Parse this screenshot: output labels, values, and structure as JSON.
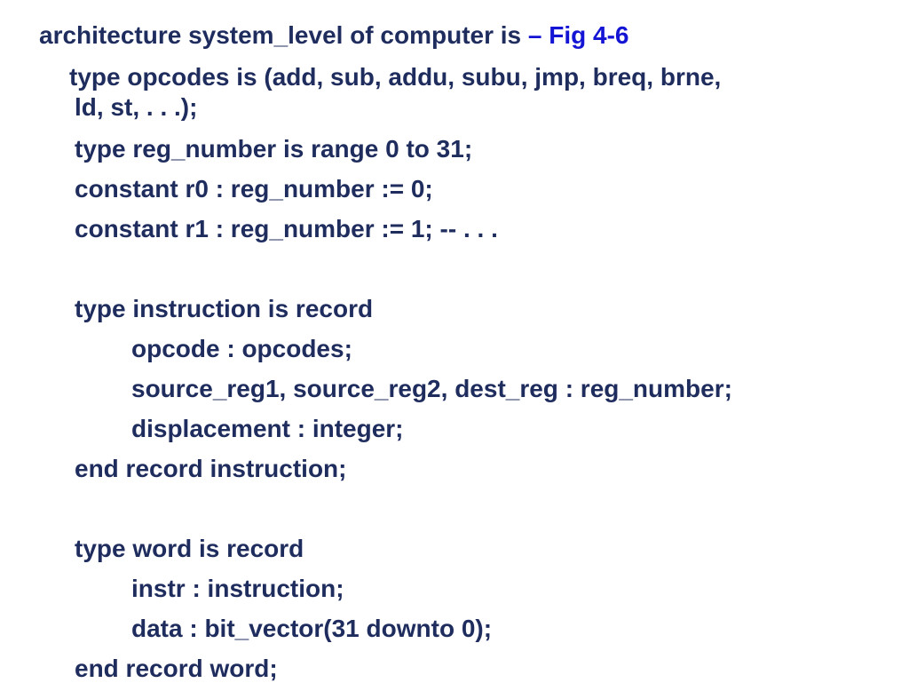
{
  "slide": {
    "heading": {
      "prefix": "architecture system_level of computer is ",
      "fig_ref": "– Fig 4-6"
    },
    "lines": [
      "type opcodes is (add, sub, addu, subu, jmp, breq, brne,",
      "ld, st,  . . .);",
      "type reg_number is range 0 to 31;",
      "constant r0 : reg_number := 0;",
      "constant r1 : reg_number := 1;  -- . . .",
      "type instruction is record",
      "opcode : opcodes;",
      "source_reg1, source_reg2, dest_reg : reg_number;",
      "displacement : integer;",
      "end record instruction;",
      "type word is record",
      "instr : instruction;",
      "data : bit_vector(31 downto 0);",
      "end record word;"
    ]
  },
  "colors": {
    "text": "#1f2d5e",
    "accent": "#1414d4",
    "background": "#ffffff"
  }
}
